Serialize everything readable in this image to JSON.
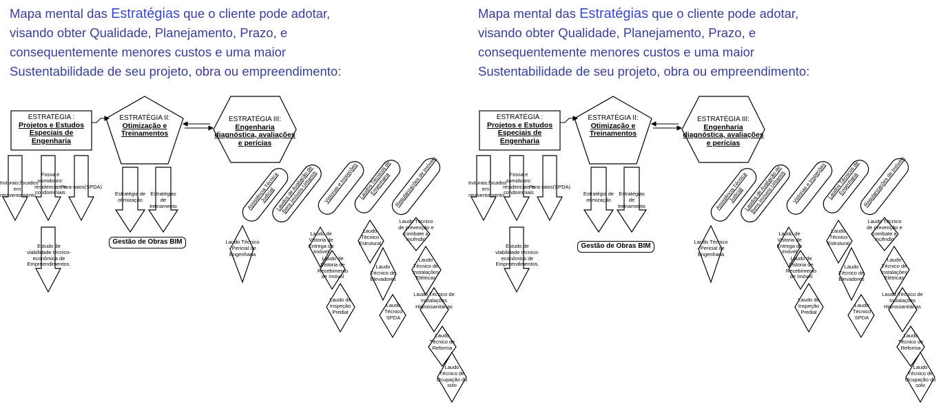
{
  "heading": {
    "part1": "Mapa mental das ",
    "highlight": "Estratégias",
    "part2": " que o cliente pode adotar,",
    "line2": "visando obter Qualidade, Planejamento, Prazo, e",
    "line3": "consequentemente menores custos e uma maior",
    "line4": "Sustentabilidade de seu projeto, obra ou empreendimento:"
  },
  "strategies": [
    {
      "label": "ESTRATÉGIA :",
      "title": "Projetos e Estudos Especiais de Engenharia"
    },
    {
      "label": "ESTRATÉGIA II:",
      "title": "Otimização e Treinamentos"
    },
    {
      "label": "ESTRATÉGIA III:",
      "title": "Engenharia diagnóstica, avaliações e perícias"
    }
  ],
  "strategy1_arrows": [
    "truturais;focados em ntraventamento",
    "Fossa e sumidouro: residenciais e condominiais",
    "Para-raios(SPDA)"
  ],
  "strategy1_study": "Estudo de viabilidade técnico-econômica de Empreendimentos.",
  "strategy2_arrows": [
    "Estratégia de otimização",
    "Estratégias de treinamento"
  ],
  "bim": "Gestão de Obras BIM",
  "categories": [
    "Assistência Técnica Judicial",
    "Laudos de Avaliação de Bens Imóveis Urbanos",
    "Vistorias e Inspeções",
    "Laudos Técnicos de Engenharia",
    "Regularizações de Imóveis"
  ],
  "cat1_items": [
    "Laudo Técnico - Pericial de Engenharia"
  ],
  "cat3_items": [
    "Laudo de Vistoria de Entrega do Imóvel",
    "Laudo de Vistoria de Recebimento de Imóvel",
    "Laudo de Inspeção Predial"
  ],
  "cat4_items": [
    "Laudo Técnico Estrutural",
    "Laudo Técnico de Elevadores",
    "Laudo Técnico SPDA"
  ],
  "cat5_items": [
    "Laudo Técnico de prevenção e combate a incêndio",
    "Laudo Técnico de Instalações Elétricas",
    "Laudo Técnico de Instalações Hidrossanitárias",
    "Laudo Técnico de Reforma",
    "Laudo Técnico de Ocupação do solo"
  ]
}
